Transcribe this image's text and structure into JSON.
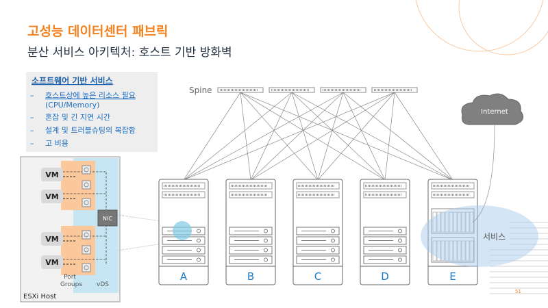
{
  "title": "고성능 데이터센터 패브릭",
  "subtitle": "분산 서비스 아키텍처: 호스트 기반 방화벽",
  "info_box": {
    "heading": "소프트웨어 기반 서비스",
    "items": [
      "호스트상에 높은 리소스 필요",
      "(CPU/Memory)",
      "혼잡 및 긴 지연 시간",
      "설계 및 트러블슈팅의 복잡함",
      "고 비용"
    ]
  },
  "esxi": {
    "host_label": "ESXi Host",
    "vm_label": "VM",
    "nic_label": "NIC",
    "port_groups_label": "Port\nGroups",
    "port_label": "Port",
    "groups_label": "Groups",
    "vds_label": "vDS"
  },
  "spine_label": "Spine",
  "internet_label": "Internet",
  "service_label": "서비스",
  "racks": [
    "A",
    "B",
    "C",
    "D",
    "E"
  ],
  "page_number": "51",
  "colors": {
    "accent": "#f5821f",
    "blue": "#1a7bc4",
    "orange_fill": "#fbc89c",
    "vds_fill": "#c6e6f3"
  }
}
